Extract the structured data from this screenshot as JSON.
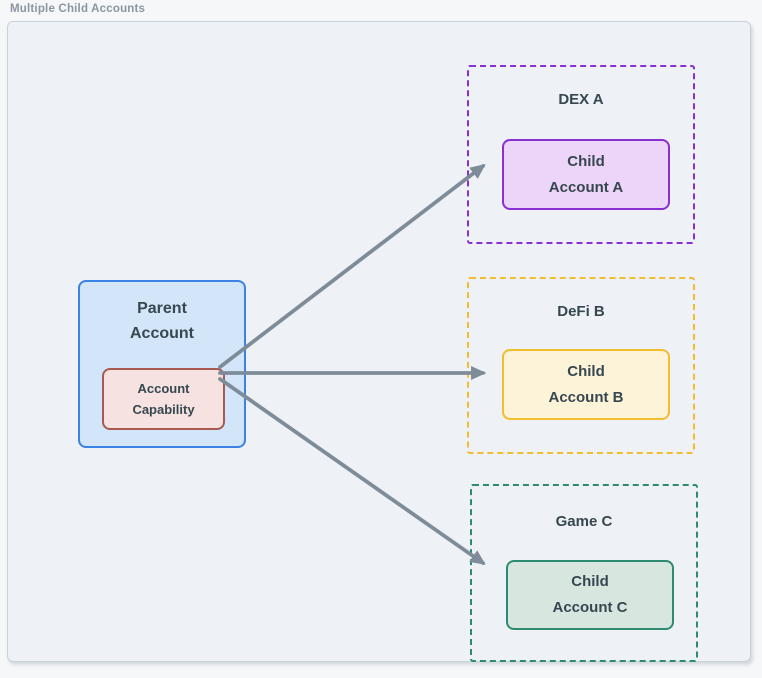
{
  "figure": {
    "title": "Multiple Child Accounts"
  },
  "diagram": {
    "parent": {
      "label_lines": [
        "Parent",
        "Account"
      ],
      "capability_lines": [
        "Account",
        "Capability"
      ]
    },
    "zones": [
      {
        "title": "DEX A",
        "child_lines": [
          "Child",
          "Account A"
        ]
      },
      {
        "title": "DeFi B",
        "child_lines": [
          "Child",
          "Account B"
        ]
      },
      {
        "title": "Game C",
        "child_lines": [
          "Child",
          "Account C"
        ]
      }
    ],
    "connections": [
      {
        "from": "Account Capability",
        "to": "Child Account A"
      },
      {
        "from": "Account Capability",
        "to": "Child Account B"
      },
      {
        "from": "Account Capability",
        "to": "Child Account C"
      }
    ]
  },
  "colors": {
    "page_bg": "#f5f7f9",
    "container_bg": "#eef1f5",
    "container_border": "#c9d2db",
    "figure_title": "#8d96a0",
    "text": "#37474f",
    "arrow": "#7e8c99",
    "parent_bg": "#d3e5f8",
    "parent_border": "#3a82e4",
    "capability_bg": "#f5e2e1",
    "capability_border": "#a85a52",
    "dex_accent": "#8a2fd0",
    "dex_child_bg": "#ecd5f8",
    "defi_accent": "#f2bd2e",
    "defi_child_bg": "#fdf3d9",
    "game_accent": "#2e8b6e",
    "game_child_bg": "#d7e7e0"
  }
}
